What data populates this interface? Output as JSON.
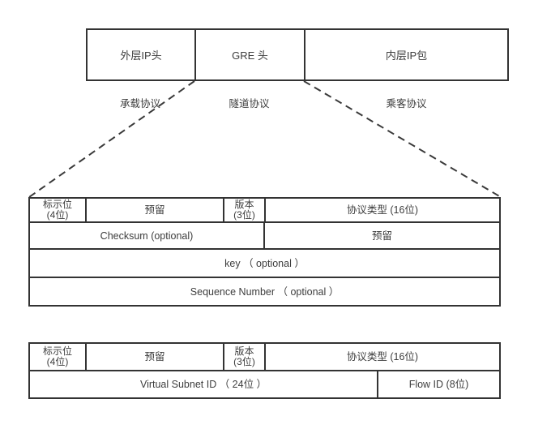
{
  "diagram": {
    "encapsulation": {
      "boxes": [
        {
          "label": "外层IP头",
          "protocol": "承载协议"
        },
        {
          "label": "GRE 头",
          "protocol": "隧道协议"
        },
        {
          "label": "内层IP包",
          "protocol": "乘客协议"
        }
      ]
    },
    "gre_header_table": {
      "flag_line1": "标示位",
      "flag_line2": "(4位)",
      "reserved": "预留",
      "version_line1": "版本",
      "version_line2": "(3位)",
      "protocol_type": "协议类型 (16位)",
      "checksum": "Checksum (optional)",
      "checksum_reserved": "预留",
      "key": "key （ optional ）",
      "sequence_number": "Sequence Number （ optional ）"
    },
    "nvgre_header_table": {
      "flag_line1": "标示位",
      "flag_line2": "(4位)",
      "reserved": "预留",
      "version_line1": "版本",
      "version_line2": "(3位)",
      "protocol_type": "协议类型 (16位)",
      "virtual_subnet_id": "Virtual Subnet ID （ 24位 ）",
      "flow_id": "Flow ID (8位)"
    },
    "colors": {
      "border": "#333333",
      "text": "#3d3d3d",
      "background": "#ffffff"
    }
  }
}
